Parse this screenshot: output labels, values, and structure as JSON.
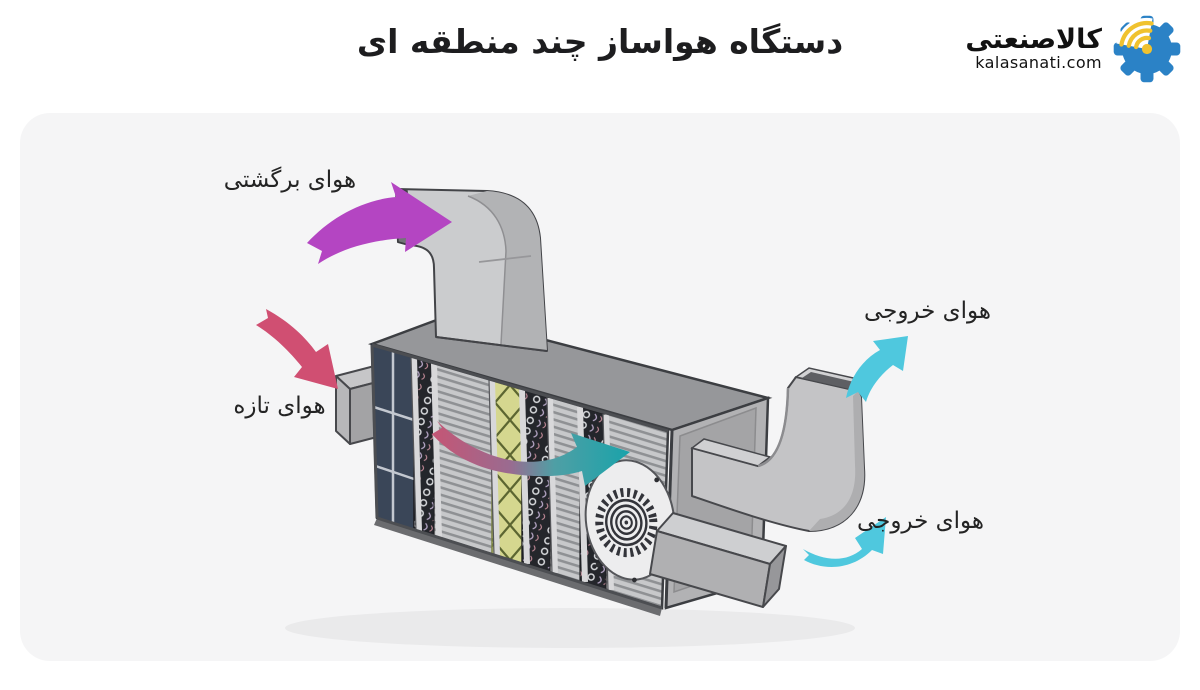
{
  "header": {
    "title": "دستگاه هواساز چند منطقه ای"
  },
  "logo": {
    "brand": "کالاصنعتی",
    "domain": "kalasanati.com"
  },
  "diagram": {
    "labels": {
      "return_air": "هوای برگشتی",
      "fresh_air": "هوای تازه",
      "outlet_air_top": "هوای خروجی",
      "outlet_air_bottom": "هوای خروجی"
    }
  },
  "colors": {
    "panel_bg": "#f5f5f6",
    "title_text": "#1d1d1f",
    "label_text": "#242424",
    "return_arrow": "#b445c2",
    "fresh_arrow": "#d04f72",
    "outlet_arrow": "#4fc8de",
    "flow_crimson": "#c65574",
    "flow_teal": "#1aa3aa",
    "logo_gear_blue": "#2b82c6",
    "logo_signal_yellow": "#f0c22f",
    "logo_text": "#121212"
  }
}
